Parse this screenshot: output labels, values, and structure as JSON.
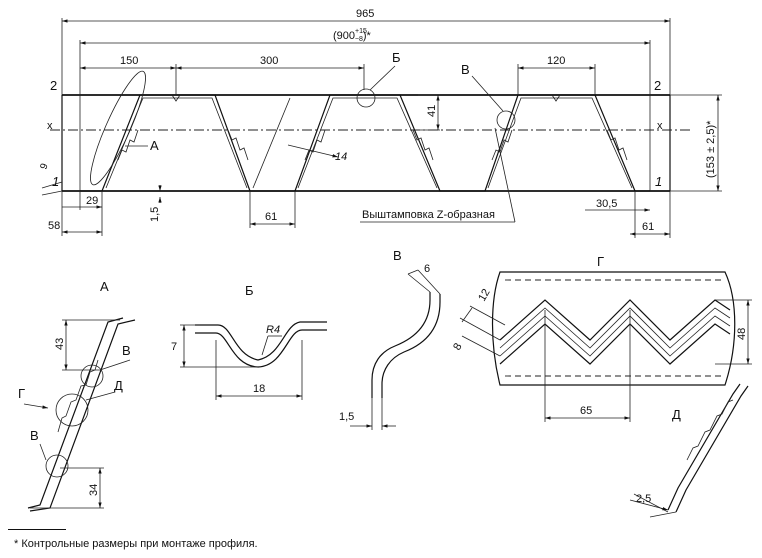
{
  "main_view": {
    "overall_length": "965",
    "control_length": "(900",
    "control_length_tol_upper": "+15",
    "control_length_tol_lower": "−8",
    "control_length_suffix": ")*",
    "dim_150": "150",
    "dim_300": "300",
    "dim_120": "120",
    "dim_41": "41",
    "dim_height": "(153 ± 2,5)*",
    "dim_14": "14",
    "dim_9": "9",
    "dim_29": "29",
    "dim_58": "58",
    "dim_1_5": "1,5",
    "dim_61_mid": "61",
    "dim_30_5": "30,5",
    "dim_61_right": "61",
    "section_left": "2",
    "section_right": "2",
    "axis_left": "x",
    "axis_right": "x",
    "edge_left": "1",
    "edge_right": "1",
    "callout_a": "А",
    "callout_b": "Б",
    "callout_v": "В",
    "stamping_note": "Выштамповка Z-образная"
  },
  "detail_a": {
    "title": "А",
    "dim_43": "43",
    "dim_34": "34",
    "callout_v_top": "В",
    "callout_d": "Д",
    "callout_v_bottom": "В",
    "callout_g": "Г"
  },
  "detail_b": {
    "title": "Б",
    "dim_7": "7",
    "dim_r4": "R4",
    "dim_18": "18"
  },
  "detail_v": {
    "title": "В",
    "dim_6": "6",
    "dim_1_5": "1,5"
  },
  "detail_g": {
    "title": "Г",
    "dim_12": "12",
    "dim_8": "8",
    "dim_48": "48",
    "dim_65": "65"
  },
  "detail_d": {
    "title": "Д",
    "dim_2_5": "2,5"
  },
  "footnote": "* Контрольные размеры при монтаже профиля."
}
